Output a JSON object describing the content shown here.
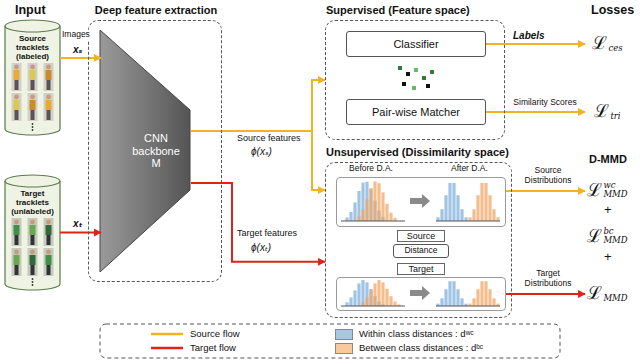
{
  "diagram": {
    "nodes": [
      {
        "text": [
          "Source tracklets (labeled)"
        ]
      },
      {
        "text": [
          "Target tracklets (unlabeled)"
        ]
      },
      {
        "text": [
          "Deep feature extraction"
        ]
      },
      {
        "text": [
          "CNN backbone M"
        ],
        "in": 2
      },
      {
        "text": [
          "Supervised (Feature space)"
        ]
      },
      {
        "text": [
          "Classifier"
        ],
        "in": 4
      },
      {
        "text": [
          "Pair-wise Matcher"
        ],
        "in": 4
      },
      {
        "text": [
          "Unsupervised (Dissimilarity space)"
        ]
      },
      {
        "text": [
          "Source"
        ],
        "in": 7
      },
      {
        "text": [
          "Distance"
        ],
        "in": 7
      },
      {
        "text": [
          "Target"
        ],
        "in": 7
      },
      {
        "text": [
          "ℒ",
          "ces"
        ]
      },
      {
        "text": [
          "ℒ",
          "tri"
        ]
      },
      {
        "text": [
          "ℒ",
          "wc",
          "MMD"
        ]
      },
      {
        "text": [
          "ℒ",
          "bc",
          "MMD"
        ]
      },
      {
        "text": [
          "ℒ",
          "MMD"
        ]
      }
    ],
    "edges": [
      {
        "from": 0,
        "to": 3,
        "arrow": "to",
        "label": "xₛ"
      },
      {
        "from": 1,
        "to": 3,
        "arrow": "to",
        "label": "xₜ"
      },
      {
        "from": 3,
        "to": 4,
        "arrow": "to"
      },
      {
        "from": 3,
        "to": 7,
        "arrow": "to"
      },
      {
        "from": 3,
        "to": 7,
        "arrow": "to"
      },
      {
        "from": 5,
        "to": 11,
        "arrow": "to",
        "label": "Labels"
      },
      {
        "from": 6,
        "to": 12,
        "arrow": "to",
        "label": "Similarity Scores"
      },
      {
        "from": 8,
        "to": 13,
        "arrow": "to",
        "label": "Source Distributions"
      },
      {
        "from": 10,
        "to": 15,
        "arrow": "to",
        "label": "Target Distributions"
      }
    ],
    "labels": [
      "Input",
      "Images",
      "Source features",
      "ϕ(xₛ)",
      "Target features",
      "ϕ(xₜ)",
      "Losses",
      "D-MMD",
      "Before D.A.",
      "After D.A.",
      "+",
      "+"
    ],
    "legend": [
      {
        "text": "Source flow"
      },
      {
        "text": "Target flow"
      },
      {
        "text": "Within class distances : dʷᶜ",
        "color": "#a7c7e7"
      },
      {
        "text": "Between class distances : dᵇᶜ",
        "color": "#f7c99b"
      }
    ]
  }
}
